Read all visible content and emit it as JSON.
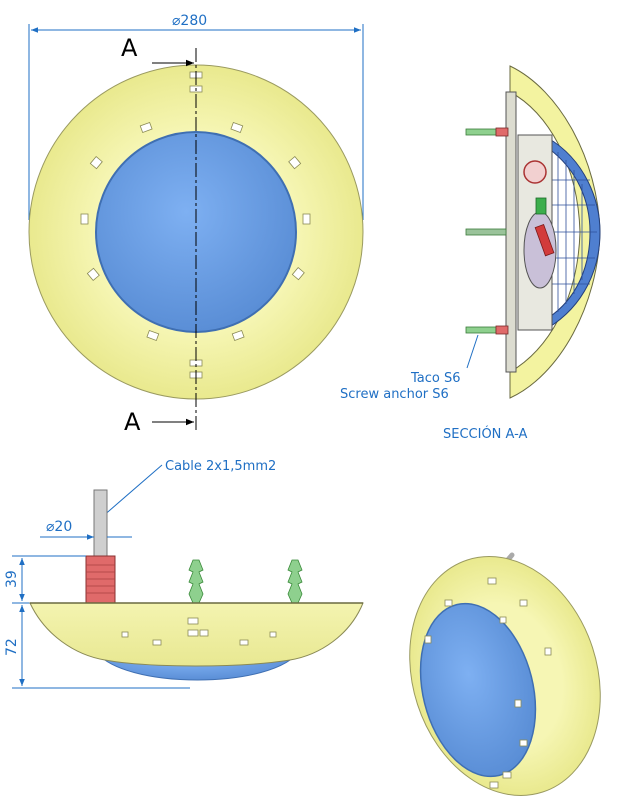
{
  "dimensions": {
    "diameter_280": "⌀280",
    "diameter_20": "⌀20",
    "height_39": "39",
    "height_72": "72"
  },
  "section_marks": {
    "top": "A",
    "bottom": "A"
  },
  "labels": {
    "taco": "Taco S6",
    "screw_anchor": "Screw anchor S6",
    "seccion": "SECCIÓN A-A",
    "cable": "Cable 2x1,5mm2"
  },
  "colors": {
    "housing": "#f3f3a0",
    "lens": "#6b9ee6",
    "dimension": "#1f6fc4",
    "cable_gland": "#e06a6a",
    "anchor": "#8ed08e"
  }
}
